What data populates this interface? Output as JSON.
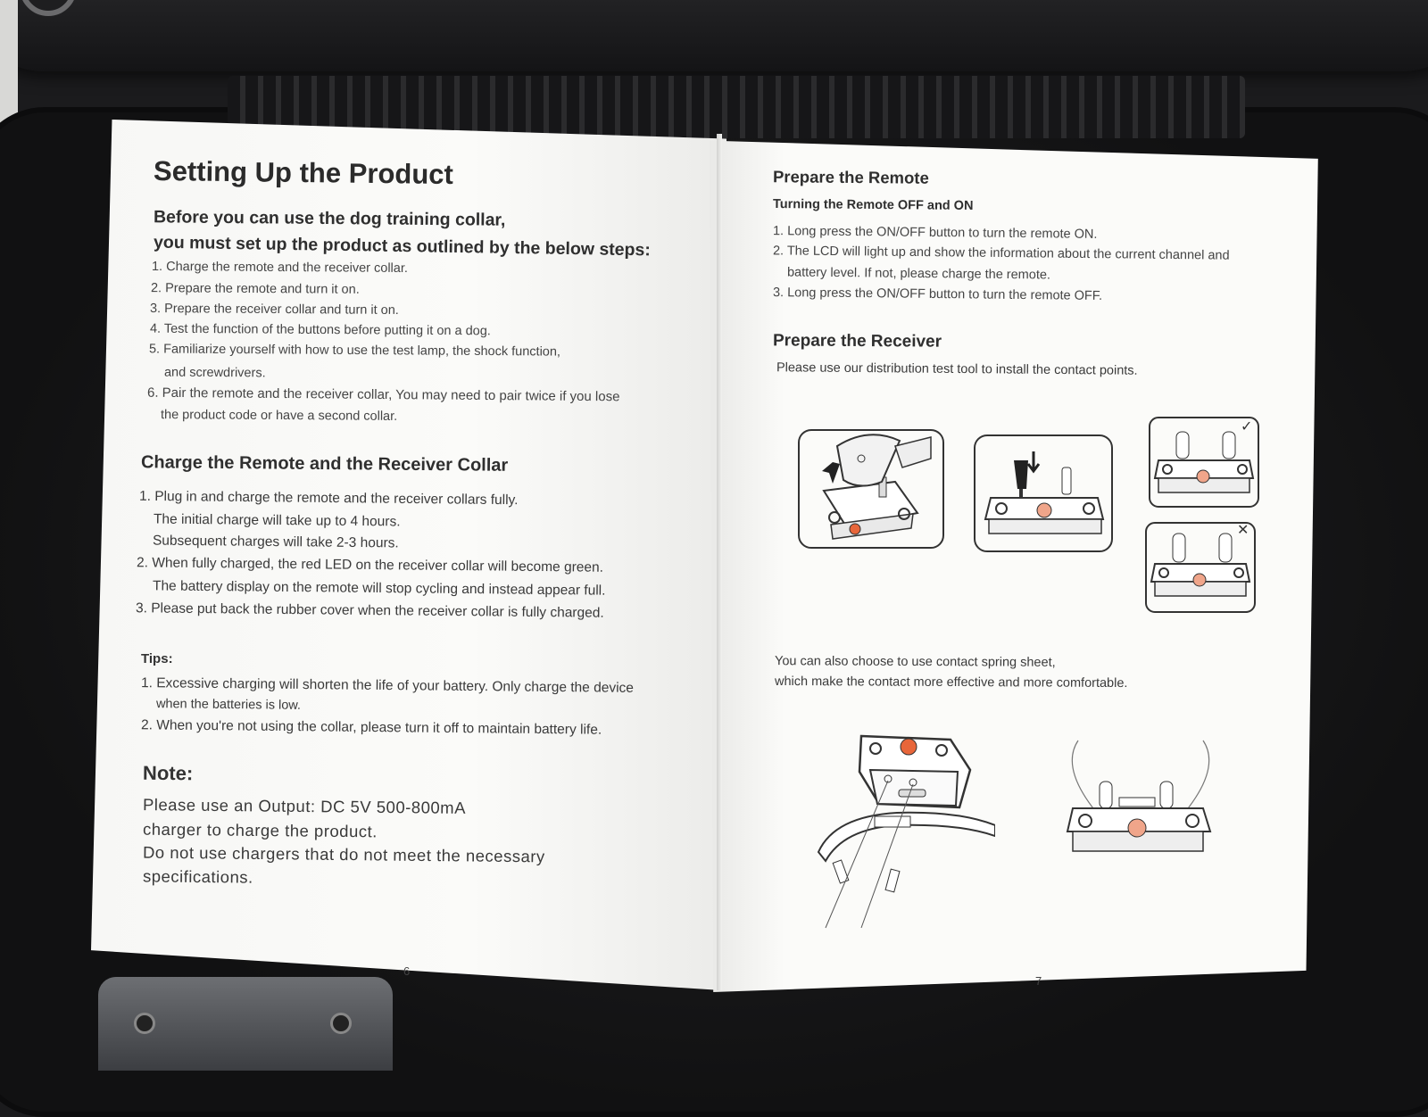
{
  "left_page": {
    "title": "Setting Up the Product",
    "intro_line_1": "Before you can use the dog training collar,",
    "intro_line_2": "you must set up the product as outlined by the below steps:",
    "steps": [
      "1. Charge the remote and the receiver collar.",
      "2. Prepare the remote and turn it on.",
      "3. Prepare the receiver collar and turn it on.",
      "4. Test the function of the buttons before putting it on a dog.",
      "5. Familiarize yourself with how to use the test lamp, the shock function,",
      "and screwdrivers.",
      "6. Pair the remote and the receiver collar, You may need to pair twice if you lose",
      "the product code or have a second collar."
    ],
    "charge_heading": "Charge the Remote and the Receiver Collar",
    "charge_lines": [
      "1. Plug in and charge the remote and the receiver collars fully.",
      "The initial charge will take up to 4 hours.",
      "Subsequent charges will take 2-3 hours.",
      "2. When fully charged, the red LED on the receiver collar will become green.",
      "The battery display on the remote will stop cycling and instead appear full.",
      "3. Please put back the rubber cover when the receiver collar is fully charged."
    ],
    "tips_label": "Tips:",
    "tips_lines": [
      "1. Excessive charging will shorten the life of your battery. Only charge the device",
      "when the batteries is low.",
      "2. When you're not using the collar, please turn it off to maintain battery life."
    ],
    "note_label": "Note:",
    "note_lines": [
      "Please use an Output: DC 5V 500-800mA",
      "charger to charge the product.",
      "Do not use chargers that do not meet the necessary",
      "specifications."
    ],
    "page_number": "6"
  },
  "right_page": {
    "remote_heading": "Prepare the Remote",
    "remote_subheading": "Turning the Remote OFF and ON",
    "remote_lines": [
      "1. Long press the ON/OFF button to turn the remote ON.",
      "2. The LCD will light up and show the information about the current channel and",
      "battery level. If not, please charge the remote.",
      "3. Long press the ON/OFF button to turn the remote OFF."
    ],
    "receiver_heading": "Prepare the Receiver",
    "receiver_text": "Please use our distribution test tool to install the contact points.",
    "spring_lines": [
      "You can also choose to use contact spring sheet,",
      "which make the contact more effective and more comfortable."
    ],
    "check_mark": "✓",
    "cross_mark": "✕",
    "page_number": "7"
  },
  "colors": {
    "page": "#fbfbf9",
    "text": "#2a2a2a",
    "led_orange": "#e8663a",
    "case": "#1b1b1d"
  },
  "icons": [
    "install-tool-figure",
    "screwdriver-figure",
    "correct-contact-figure",
    "incorrect-contact-figure",
    "collar-strap-figure",
    "spring-sheet-figure"
  ]
}
